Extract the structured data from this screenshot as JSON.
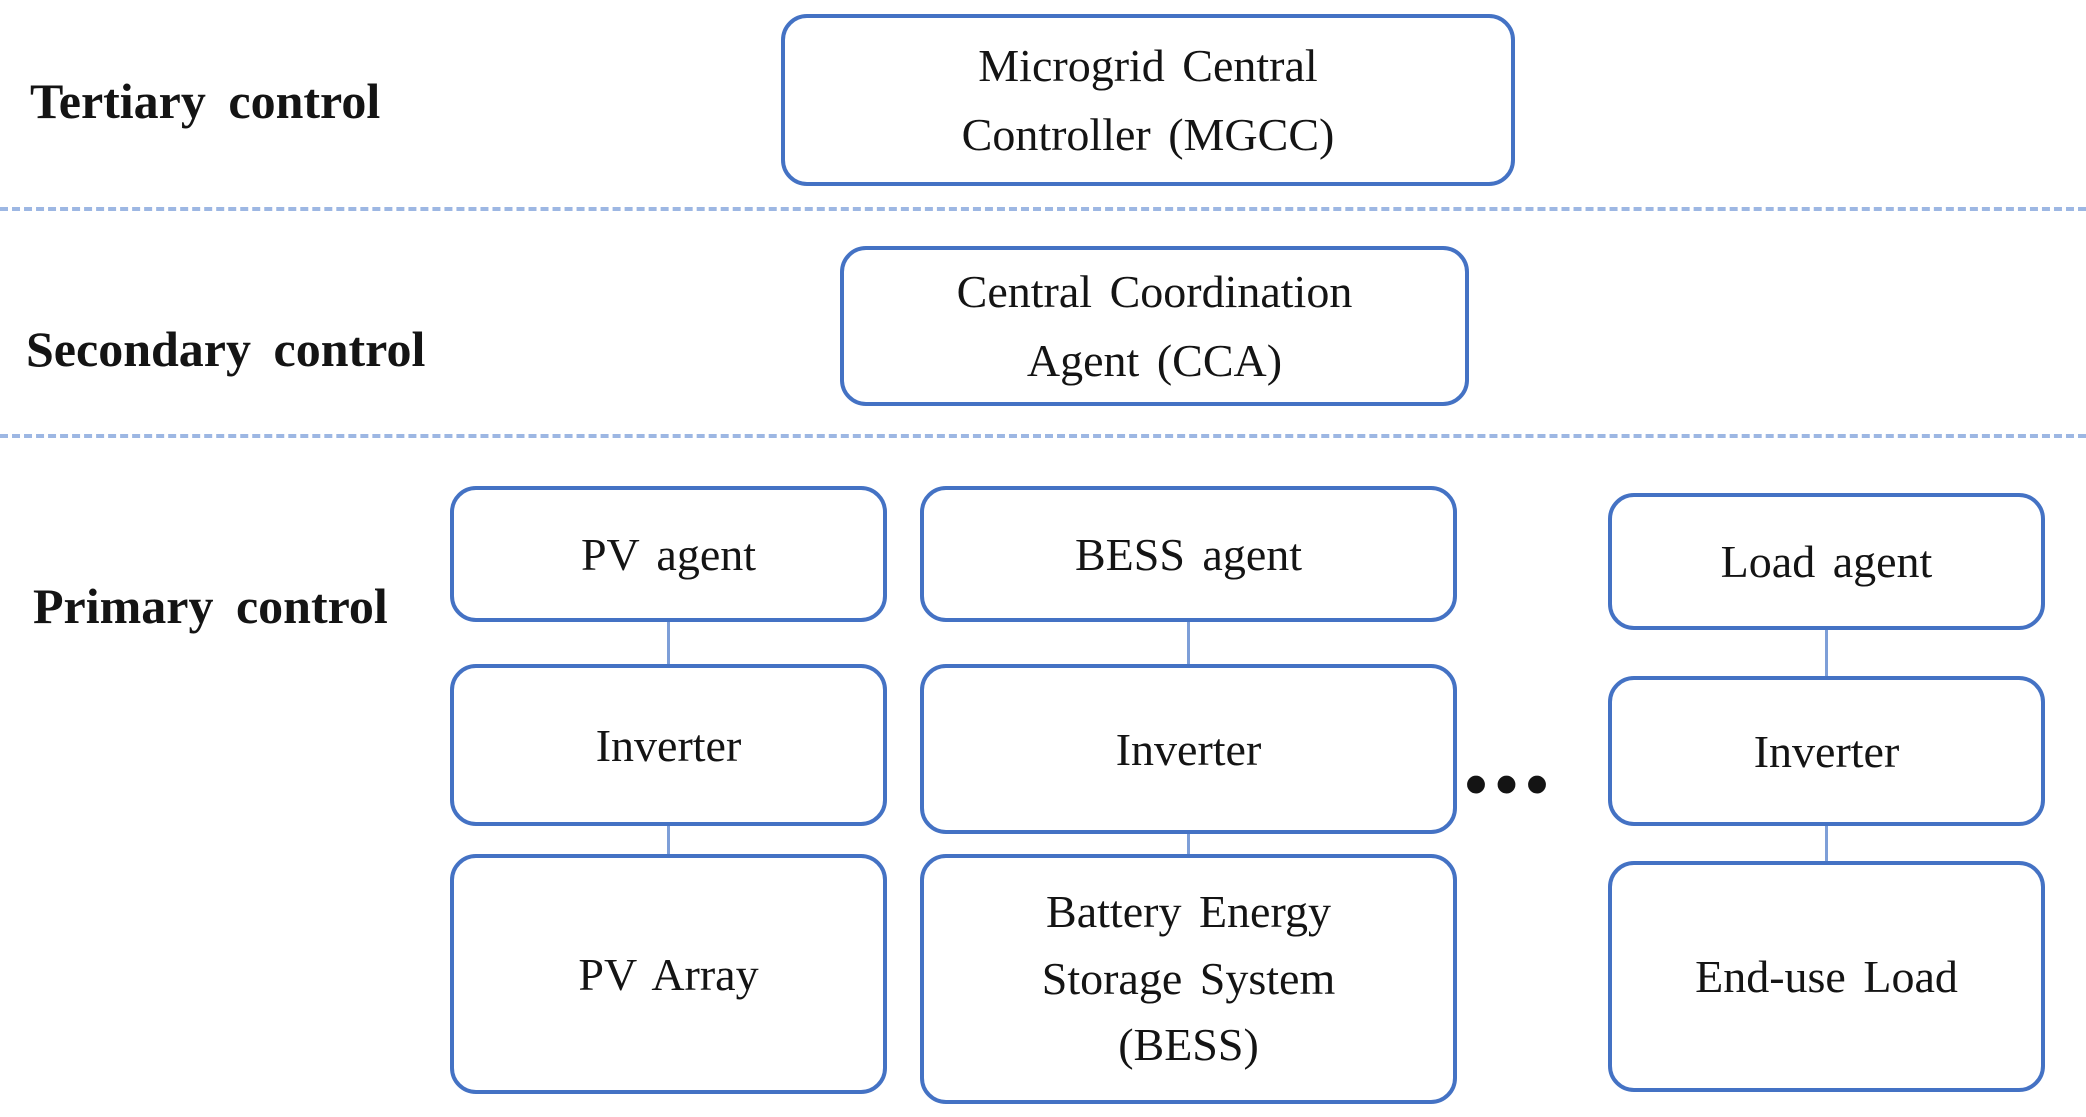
{
  "labels": {
    "tertiary": "Tertiary control",
    "secondary": "Secondary control",
    "primary": "Primary control"
  },
  "mgcc": {
    "lines": [
      "Microgrid Central",
      "Controller (MGCC)"
    ]
  },
  "cca": {
    "lines": [
      "Central Coordination",
      "Agent (CCA)"
    ]
  },
  "columns": {
    "pv": {
      "agent": "PV agent",
      "inverter": "Inverter",
      "device": "PV Array"
    },
    "bess": {
      "agent": "BESS agent",
      "inverter": "Inverter",
      "device_lines": [
        "Battery Energy",
        "Storage System",
        "(BESS)"
      ]
    },
    "load": {
      "agent": "Load agent",
      "inverter": "Inverter",
      "device": "End-use Load"
    }
  },
  "ellipsis": "...",
  "colors": {
    "box_border": "#4472C4",
    "connector": "#7E9FD8",
    "divider": "#9DB7E3",
    "text": "#141414",
    "background": "#FFFFFF"
  }
}
